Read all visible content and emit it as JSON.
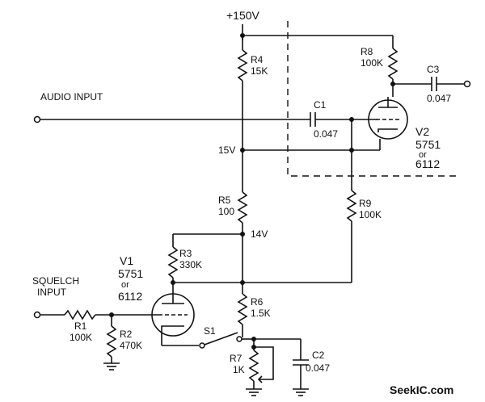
{
  "supply": {
    "label": "+150V"
  },
  "inputs": {
    "audio": "AUDIO INPUT",
    "squelch_line1": "SQUELCH",
    "squelch_line2": "INPUT"
  },
  "nodes": {
    "n15v": "15V",
    "n14v": "14V"
  },
  "resistors": {
    "r1": {
      "name": "R1",
      "value": "100K"
    },
    "r2": {
      "name": "R2",
      "value": "470K"
    },
    "r3": {
      "name": "R3",
      "value": "330K"
    },
    "r4": {
      "name": "R4",
      "value": "15K"
    },
    "r5": {
      "name": "R5",
      "value": "100"
    },
    "r6": {
      "name": "R6",
      "value": "1.5K"
    },
    "r7": {
      "name": "R7",
      "value": "1K"
    },
    "r8": {
      "name": "R8",
      "value": "100K"
    },
    "r9": {
      "name": "R9",
      "value": "100K"
    }
  },
  "capacitors": {
    "c1": {
      "name": "C1",
      "value": "0.047"
    },
    "c2": {
      "name": "C2",
      "value": "0.047"
    },
    "c3": {
      "name": "C3",
      "value": "0.047"
    }
  },
  "tubes": {
    "v1": {
      "name": "V1",
      "type1": "5751",
      "or": "or",
      "type2": "6112"
    },
    "v2": {
      "name": "V2",
      "type1": "5751",
      "or": "or",
      "type2": "6112"
    }
  },
  "switch": {
    "name": "S1"
  },
  "watermark": "SeekIC.com",
  "colors": {
    "ink": "#111111",
    "background": "#ffffff"
  }
}
